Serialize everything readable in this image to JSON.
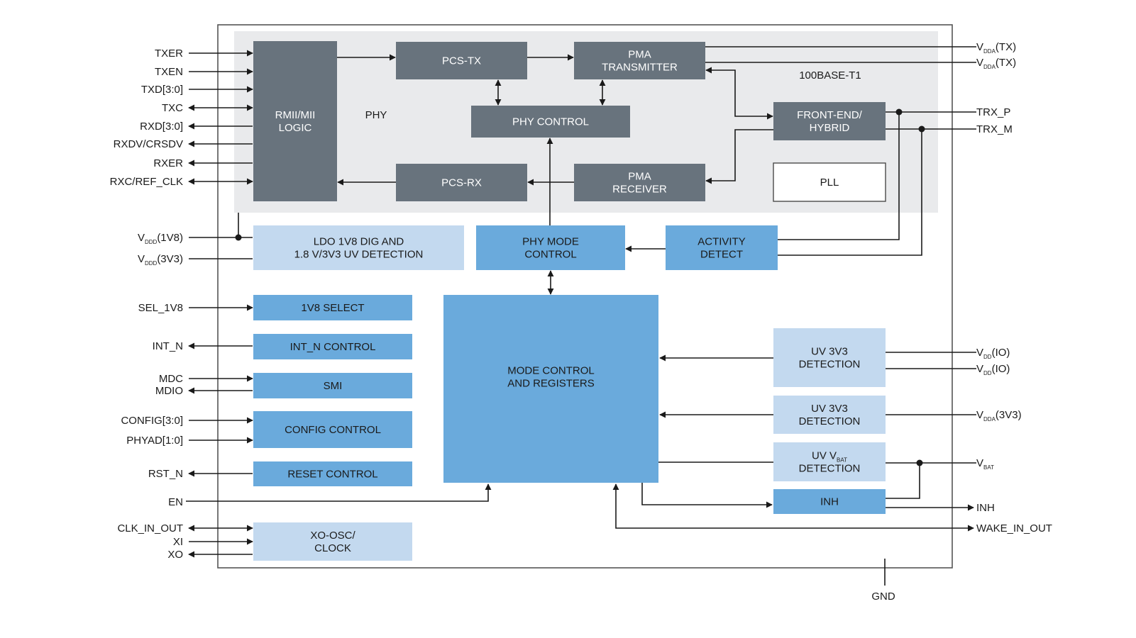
{
  "colors": {
    "phy_region": "#e9eaec",
    "dark_block": "#68737d",
    "dark_block_text": "#ffffff",
    "mid_blue": "#6aaadc",
    "light_blue": "#c3d9ef",
    "blue_text": "#1a1a1a",
    "pll_fill": "#ffffff",
    "wire": "#1a1a1a",
    "frame": "#555555"
  },
  "labels": {
    "phy": "PHY",
    "standard": "100BASE-T1",
    "gnd": "GND"
  },
  "blocks": [
    {
      "id": "rmii",
      "lines": [
        "RMII/MII",
        "LOGIC"
      ],
      "style": "dark"
    },
    {
      "id": "pcs-tx",
      "lines": [
        "PCS-TX"
      ],
      "style": "dark"
    },
    {
      "id": "pma-tx",
      "lines": [
        "PMA",
        "TRANSMITTER"
      ],
      "style": "dark"
    },
    {
      "id": "phy-control",
      "lines": [
        "PHY CONTROL"
      ],
      "style": "dark"
    },
    {
      "id": "front-end",
      "lines": [
        "FRONT-END/",
        "HYBRID"
      ],
      "style": "dark"
    },
    {
      "id": "pcs-rx",
      "lines": [
        "PCS-RX"
      ],
      "style": "dark"
    },
    {
      "id": "pma-rx",
      "lines": [
        "PMA",
        "RECEIVER"
      ],
      "style": "dark"
    },
    {
      "id": "pll",
      "lines": [
        "PLL"
      ],
      "style": "white"
    },
    {
      "id": "ldo",
      "lines": [
        "LDO 1V8 DIG AND",
        "1.8 V/3V3 UV DETECTION"
      ],
      "style": "light"
    },
    {
      "id": "phy-mode",
      "lines": [
        "PHY MODE",
        "CONTROL"
      ],
      "style": "mid"
    },
    {
      "id": "activity",
      "lines": [
        "ACTIVITY",
        "DETECT"
      ],
      "style": "mid"
    },
    {
      "id": "sel1v8",
      "lines": [
        "1V8 SELECT"
      ],
      "style": "mid"
    },
    {
      "id": "intn",
      "lines": [
        "INT_N CONTROL"
      ],
      "style": "mid"
    },
    {
      "id": "smi",
      "lines": [
        "SMI"
      ],
      "style": "mid"
    },
    {
      "id": "config",
      "lines": [
        "CONFIG CONTROL"
      ],
      "style": "mid"
    },
    {
      "id": "reset",
      "lines": [
        "RESET CONTROL"
      ],
      "style": "mid"
    },
    {
      "id": "xo",
      "lines": [
        "XO-OSC/",
        "CLOCK"
      ],
      "style": "light"
    },
    {
      "id": "mode-ctrl",
      "lines": [
        "MODE CONTROL",
        "AND REGISTERS"
      ],
      "style": "mid"
    },
    {
      "id": "uv-io",
      "lines": [
        "UV 3V3",
        "DETECTION"
      ],
      "style": "light"
    },
    {
      "id": "uv-dda",
      "lines": [
        "UV 3V3",
        "DETECTION"
      ],
      "style": "light"
    },
    {
      "id": "uv-bat",
      "lines": [
        "UV V|BAT",
        "DETECTION"
      ],
      "style": "light"
    },
    {
      "id": "inh",
      "lines": [
        "INH"
      ],
      "style": "mid"
    }
  ],
  "left_pins": [
    {
      "id": "txer",
      "name": "TXER",
      "dir": "in"
    },
    {
      "id": "txen",
      "name": "TXEN",
      "dir": "in"
    },
    {
      "id": "txd",
      "name": "TXD[3:0]",
      "dir": "in"
    },
    {
      "id": "txc",
      "name": "TXC",
      "dir": "bidir"
    },
    {
      "id": "rxd",
      "name": "RXD[3:0]",
      "dir": "out"
    },
    {
      "id": "rxdv",
      "name": "RXDV/CRSDV",
      "dir": "out"
    },
    {
      "id": "rxer",
      "name": "RXER",
      "dir": "out"
    },
    {
      "id": "rxc",
      "name": "RXC/REF_CLK",
      "dir": "bidir"
    },
    {
      "id": "vddd1v8",
      "name": "V",
      "sub": "DDD",
      "suffix": "(1V8)",
      "dir": "none"
    },
    {
      "id": "vddd3v3",
      "name": "V",
      "sub": "DDD",
      "suffix": "(3V3)",
      "dir": "none"
    },
    {
      "id": "sel1v8",
      "name": "SEL_1V8",
      "dir": "in"
    },
    {
      "id": "intn",
      "name": "INT_N",
      "dir": "out"
    },
    {
      "id": "mdc",
      "name": "MDC",
      "dir": "in"
    },
    {
      "id": "mdio",
      "name": "MDIO",
      "dir": "out"
    },
    {
      "id": "config",
      "name": "CONFIG[3:0]",
      "dir": "in"
    },
    {
      "id": "phyad",
      "name": "PHYAD[1:0]",
      "dir": "in"
    },
    {
      "id": "rstn",
      "name": "RST_N",
      "dir": "out"
    },
    {
      "id": "en",
      "name": "EN",
      "dir": "in"
    },
    {
      "id": "clkinout",
      "name": "CLK_IN_OUT",
      "dir": "bidir"
    },
    {
      "id": "xi",
      "name": "XI",
      "dir": "in"
    },
    {
      "id": "xo",
      "name": "XO",
      "dir": "out"
    }
  ],
  "right_pins": [
    {
      "id": "vddatx1",
      "name": "V",
      "sub": "DDA",
      "suffix": "(TX)"
    },
    {
      "id": "vddatx2",
      "name": "V",
      "sub": "DDA",
      "suffix": "(TX)"
    },
    {
      "id": "trxp",
      "name": "TRX_P"
    },
    {
      "id": "trxm",
      "name": "TRX_M"
    },
    {
      "id": "vddio1",
      "name": "V",
      "sub": "DD",
      "suffix": "(IO)"
    },
    {
      "id": "vddio2",
      "name": "V",
      "sub": "DD",
      "suffix": "(IO)"
    },
    {
      "id": "vdda3v3",
      "name": "V",
      "sub": "DDA",
      "suffix": "(3V3)"
    },
    {
      "id": "vbat",
      "name": "V",
      "sub": "BAT",
      "suffix": ""
    },
    {
      "id": "inh",
      "name": "INH"
    },
    {
      "id": "wake",
      "name": "WAKE_IN_OUT"
    }
  ]
}
